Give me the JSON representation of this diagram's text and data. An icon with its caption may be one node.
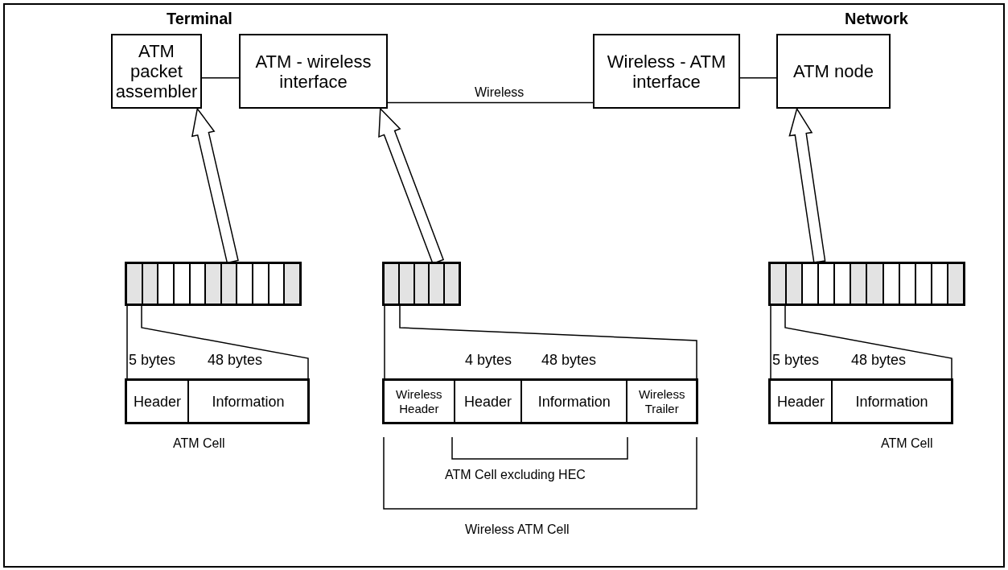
{
  "diagram": {
    "nodes": [
      {
        "text": [
          "ATM packet assembler"
        ]
      },
      {
        "text": [
          "ATM - wireless interface"
        ]
      },
      {
        "text": [
          "Wireless - ATM interface"
        ]
      },
      {
        "text": [
          "ATM node"
        ]
      },
      {
        "text": [],
        "shape": "bar"
      },
      {
        "text": [],
        "shape": "bar"
      },
      {
        "text": [],
        "shape": "bar"
      },
      {
        "text": [
          "Header",
          "Information"
        ],
        "beside": [
          "5 bytes",
          "48 bytes",
          "ATM Cell"
        ]
      },
      {
        "text": [
          "Wireless Header",
          "Header",
          "Information",
          "Wireless Trailer"
        ],
        "beside": [
          "4 bytes",
          "48 bytes"
        ]
      },
      {
        "text": [
          "Header",
          "Information"
        ],
        "beside": [
          "5 bytes",
          "48 bytes",
          "ATM Cell"
        ]
      }
    ],
    "edges": [
      {
        "from": 0,
        "to": 1,
        "arrow": "none"
      },
      {
        "from": 1,
        "to": 2,
        "arrow": "none",
        "label": "Wireless"
      },
      {
        "from": 2,
        "to": 3,
        "arrow": "none"
      },
      {
        "from": 4,
        "to": 0,
        "arrow": "to",
        "style": "thick"
      },
      {
        "from": 5,
        "to": 1,
        "arrow": "to",
        "style": "thick"
      },
      {
        "from": 6,
        "to": 3,
        "arrow": "to",
        "style": "thick"
      },
      {
        "from": 4,
        "to": 7,
        "arrow": "none"
      },
      {
        "from": 5,
        "to": 8,
        "arrow": "none"
      },
      {
        "from": 6,
        "to": 9,
        "arrow": "none"
      }
    ],
    "labels": [
      "Terminal",
      "Network",
      "ATM Cell excluding HEC",
      "Wireless ATM Cell"
    ]
  }
}
